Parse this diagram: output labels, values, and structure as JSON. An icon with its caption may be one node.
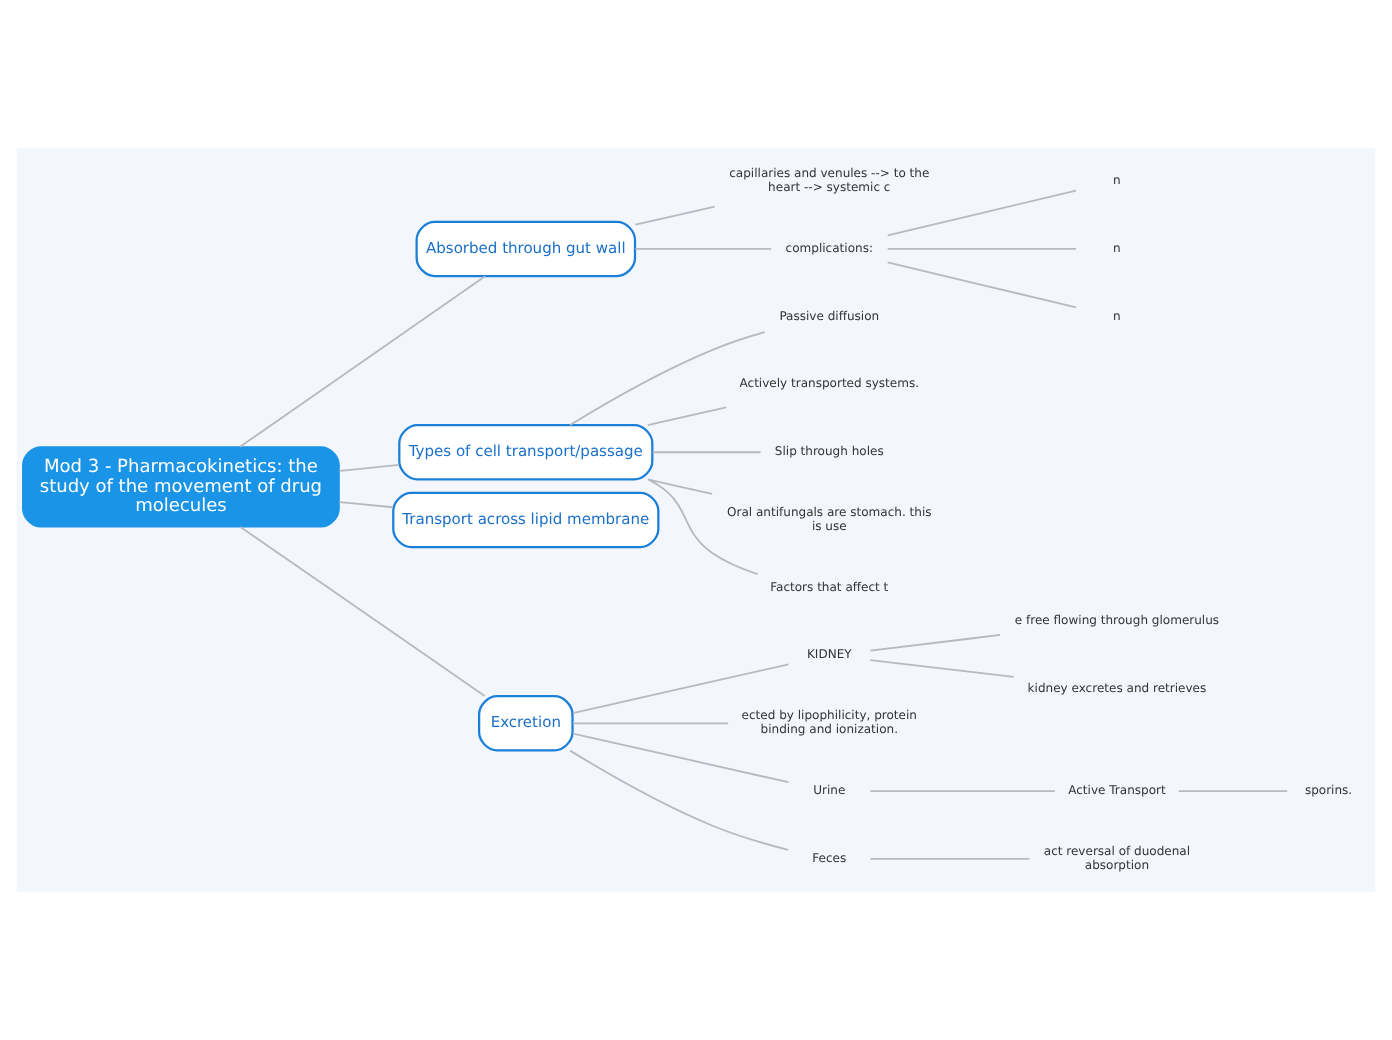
{
  "diagram": {
    "nodes": [
      {
        "text": [
          "Mod 3 - Pharmacokinetics: the study of the movement of drug molecules"
        ]
      },
      {
        "text": [
          "Absorbed through gut wall"
        ]
      },
      {
        "text": [
          "capillaries and venules --> to the heart --> systemic c"
        ]
      },
      {
        "text": [
          "complications:"
        ]
      },
      {
        "text": [
          "n"
        ]
      },
      {
        "text": [
          "n"
        ]
      },
      {
        "text": [
          "n"
        ]
      },
      {
        "text": [
          "Types of cell transport/passage"
        ]
      },
      {
        "text": [
          "Passive diffusion"
        ]
      },
      {
        "text": [
          "Actively transported systems."
        ]
      },
      {
        "text": [
          "Slip through holes"
        ]
      },
      {
        "text": [
          "Oral antifungals are stomach. this is use"
        ]
      },
      {
        "text": [
          "Factors that affect t"
        ]
      },
      {
        "text": [
          "Transport across lipid membrane"
        ]
      },
      {
        "text": [
          "Excretion"
        ]
      },
      {
        "text": [
          "KIDNEY"
        ]
      },
      {
        "text": [
          "e free flowing through glomerulus"
        ]
      },
      {
        "text": [
          "kidney excretes and retrieves"
        ]
      },
      {
        "text": [
          "ected by lipophilicity, protein binding and ionization."
        ]
      },
      {
        "text": [
          "Urine"
        ]
      },
      {
        "text": [
          "Active Transport"
        ]
      },
      {
        "text": [
          "sporins."
        ]
      },
      {
        "text": [
          "Feces"
        ]
      },
      {
        "text": [
          "act reversal of duodenal absorption"
        ]
      }
    ],
    "edges": [
      {
        "from": 0,
        "to": 1,
        "arrow": "none"
      },
      {
        "from": 1,
        "to": 2,
        "arrow": "none"
      },
      {
        "from": 1,
        "to": 3,
        "arrow": "none"
      },
      {
        "from": 3,
        "to": 4,
        "arrow": "none"
      },
      {
        "from": 3,
        "to": 5,
        "arrow": "none"
      },
      {
        "from": 3,
        "to": 6,
        "arrow": "none"
      },
      {
        "from": 0,
        "to": 7,
        "arrow": "none"
      },
      {
        "from": 7,
        "to": 8,
        "arrow": "none"
      },
      {
        "from": 7,
        "to": 9,
        "arrow": "none"
      },
      {
        "from": 7,
        "to": 10,
        "arrow": "none"
      },
      {
        "from": 7,
        "to": 11,
        "arrow": "none"
      },
      {
        "from": 7,
        "to": 12,
        "arrow": "none"
      },
      {
        "from": 0,
        "to": 13,
        "arrow": "none"
      },
      {
        "from": 0,
        "to": 14,
        "arrow": "none"
      },
      {
        "from": 14,
        "to": 15,
        "arrow": "none"
      },
      {
        "from": 15,
        "to": 16,
        "arrow": "none"
      },
      {
        "from": 15,
        "to": 17,
        "arrow": "none"
      },
      {
        "from": 14,
        "to": 18,
        "arrow": "none"
      },
      {
        "from": 14,
        "to": 19,
        "arrow": "none"
      },
      {
        "from": 19,
        "to": 20,
        "arrow": "none"
      },
      {
        "from": 20,
        "to": 21,
        "arrow": "none"
      },
      {
        "from": 14,
        "to": 22,
        "arrow": "none"
      },
      {
        "from": 22,
        "to": 23,
        "arrow": "none"
      }
    ]
  }
}
